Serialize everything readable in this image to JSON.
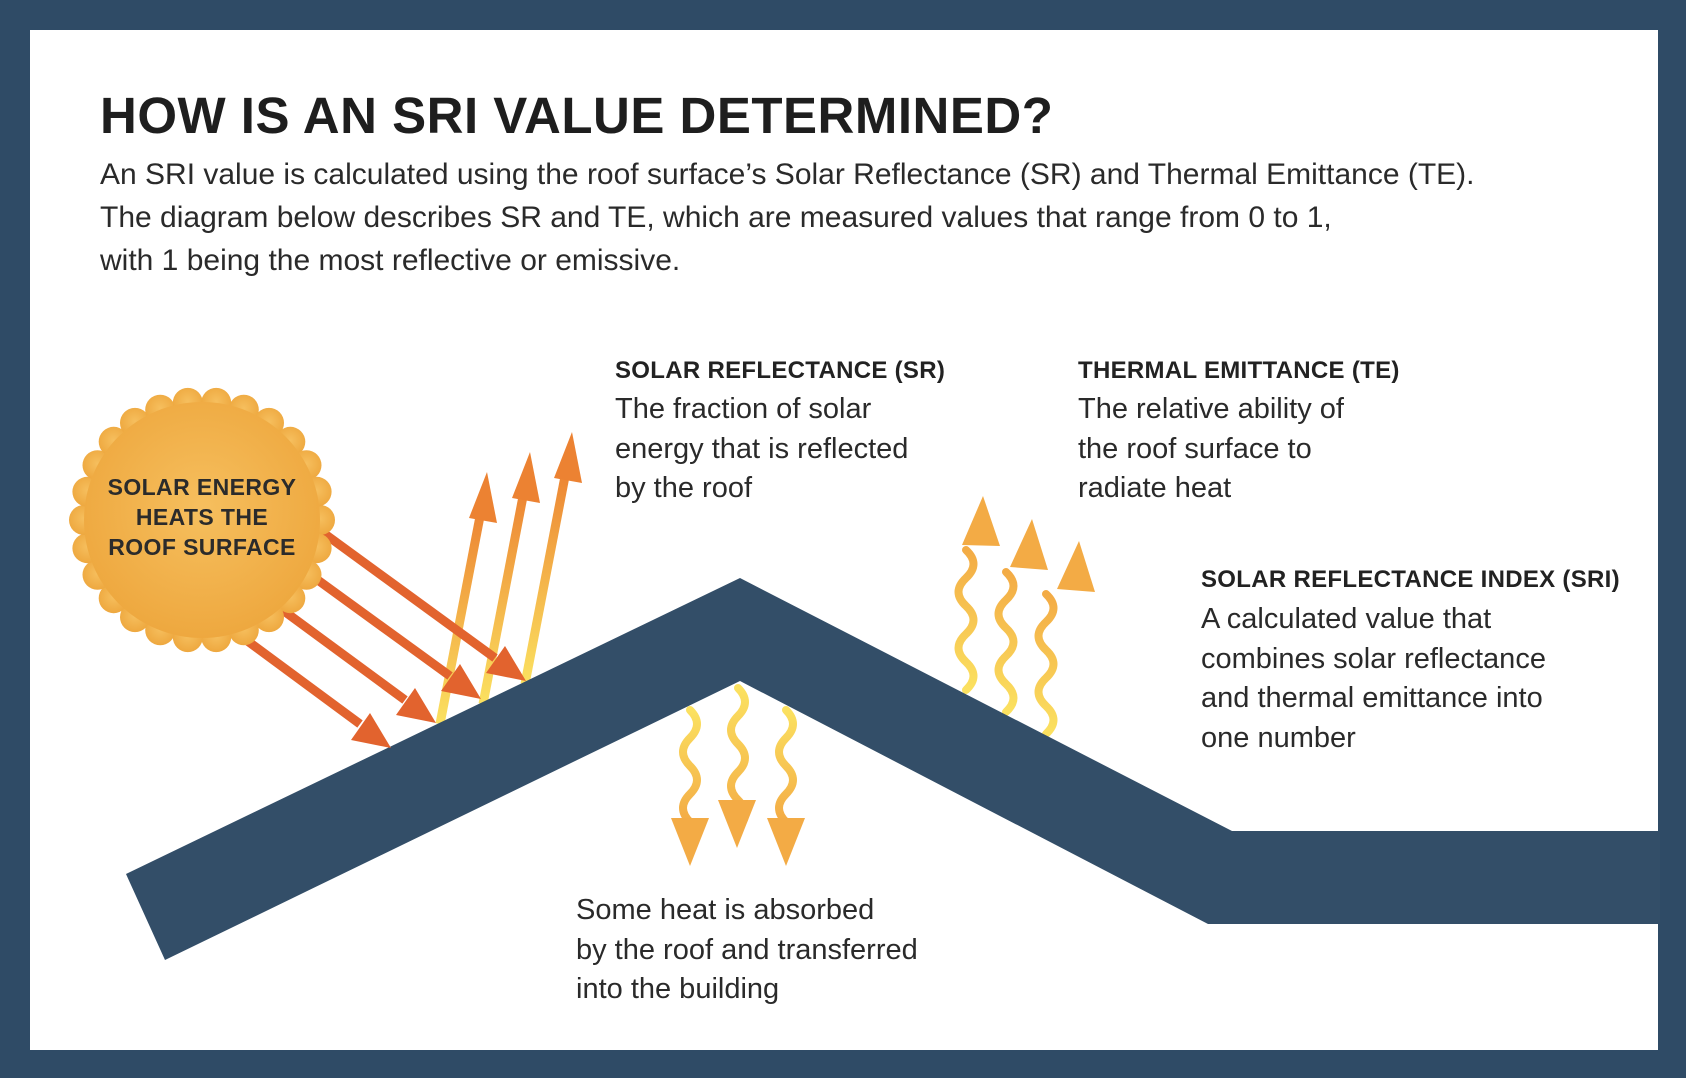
{
  "title": "HOW IS AN SRI VALUE DETERMINED?",
  "intro": {
    "line1": "An SRI value is calculated using the roof surface’s Solar Reflectance (SR) and Thermal Emittance (TE).",
    "line2": "The diagram below describes SR and TE, which are measured values that range from 0 to 1,",
    "line3": "with 1 being the most reflective or emissive."
  },
  "sun": {
    "line1": "SOLAR ENERGY",
    "line2": "HEATS THE",
    "line3": "ROOF SURFACE"
  },
  "solar_reflectance": {
    "heading": "SOLAR REFLECTANCE (SR)",
    "line1": "The fraction of solar",
    "line2": "energy that is reflected",
    "line3": "by the roof"
  },
  "thermal_emittance": {
    "heading": "THERMAL EMITTANCE (TE)",
    "line1": "The relative ability of",
    "line2": "the roof surface to",
    "line3": "radiate heat"
  },
  "sri": {
    "heading": "SOLAR REFLECTANCE INDEX (SRI)",
    "line1": "A calculated value that",
    "line2": "combines solar reflectance",
    "line3": "and thermal emittance into",
    "line4": "one number"
  },
  "absorbed": {
    "line1": "Some heat is absorbed",
    "line2": "by the roof and transferred",
    "line3": "into the building"
  },
  "colors": {
    "frame": "#2f4b66",
    "roof": "#334e68",
    "sun": "#f2b04c",
    "incoming_arrows": "#e2632e",
    "reflected_arrows_top": "#ec8232",
    "reflected_arrows_bottom": "#fbe160",
    "heat_waves": "#f6bf4a"
  }
}
